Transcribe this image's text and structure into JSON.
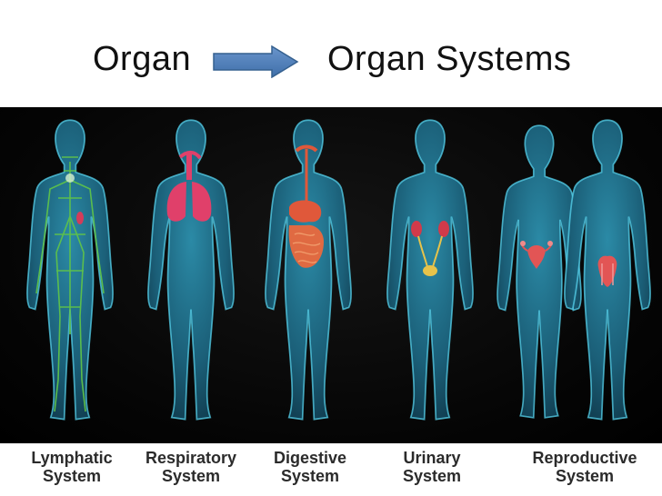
{
  "header": {
    "left_title": "Organ",
    "right_title": "Organ Systems",
    "arrow_icon": "right-arrow-icon",
    "arrow_color": "#4a7ab5"
  },
  "figures": [
    {
      "id": "lymphatic",
      "line1": "Lymphatic",
      "line2": "System",
      "organ_color": "#5ec24a"
    },
    {
      "id": "respiratory",
      "line1": "Respiratory",
      "line2": "System",
      "organ_color": "#e0406a"
    },
    {
      "id": "digestive",
      "line1": "Digestive",
      "line2": "System",
      "organ_color": "#e0583a"
    },
    {
      "id": "urinary",
      "line1": "Urinary",
      "line2": "System",
      "organ_color": "#d23a4a"
    },
    {
      "id": "reproductive",
      "line1": "Reproductive",
      "line2": "System",
      "organ_color": "#e25555"
    }
  ],
  "colors": {
    "body_fill": "#1f6f8a",
    "body_glow": "#47c4e0",
    "background": "#000000"
  }
}
